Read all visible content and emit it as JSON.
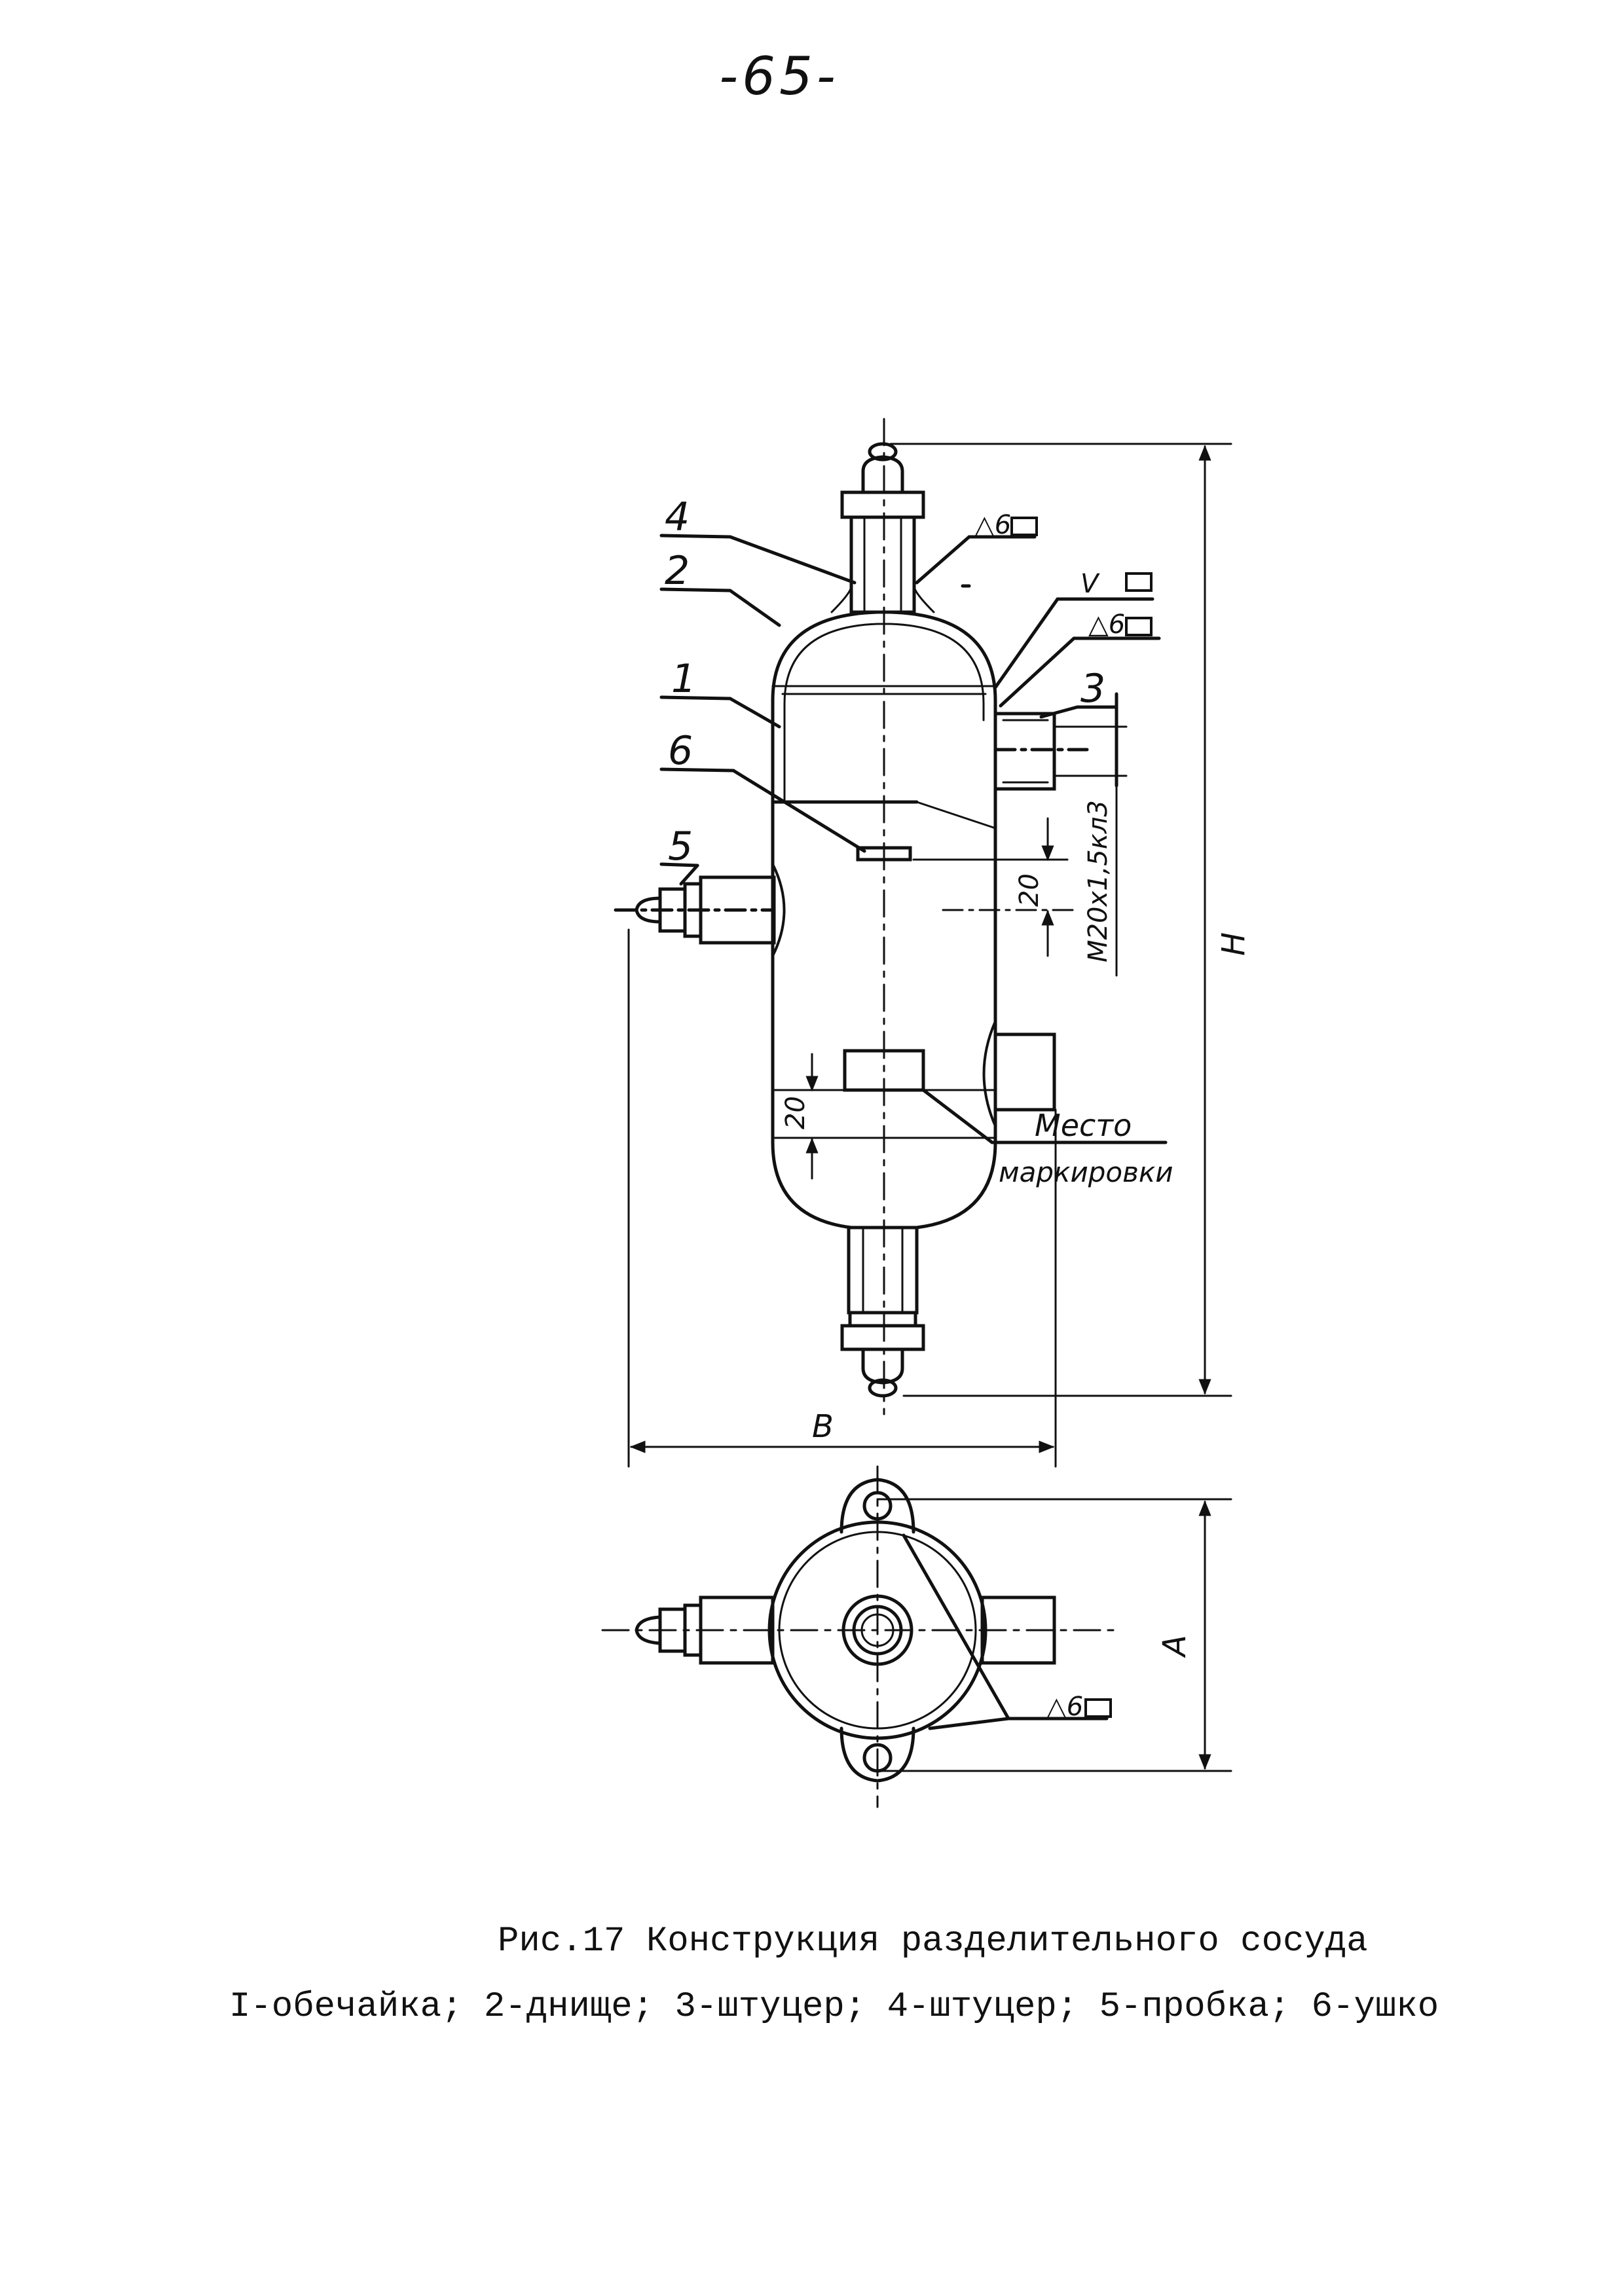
{
  "page": {
    "number": "-65-"
  },
  "figure": {
    "caption_line1": "Рис.17 Конструкция разделительного сосуда",
    "caption_line2": "I-обечайка; 2-днище; 3-штуцер; 4-штуцер; 5-пробка; 6-ушко",
    "callouts": {
      "c1": "1",
      "c2": "2",
      "c3": "3",
      "c4": "4",
      "c5": "5",
      "c6": "6"
    },
    "weld_symbols": {
      "w1": "△6",
      "w2": "V",
      "w3": "△6",
      "w4": "△6"
    },
    "dimensions": {
      "height": "H",
      "width": "B",
      "plan_width": "A",
      "thread": "M20x1,5кл3",
      "offset_upper": "20",
      "offset_lower": "20"
    },
    "marking_place": {
      "line1": "Место",
      "line2": "маркировки"
    }
  }
}
